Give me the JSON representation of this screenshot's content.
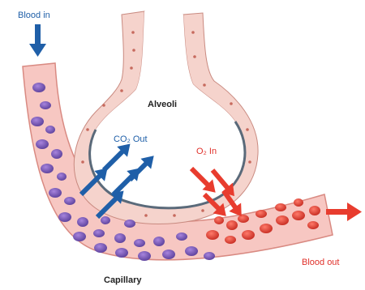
{
  "labels": {
    "blood_in": "Blood in",
    "alveoli": "Alveoli",
    "co2_out": "CO₂ Out",
    "o2_in": "O₂ In",
    "blood_out": "Blood out",
    "capillary": "Capillary"
  },
  "colors": {
    "background": "#ffffff",
    "capillary_fill": "#f7c7c2",
    "capillary_stroke": "#d98a82",
    "alveolus_fill": "#ffffff",
    "alveolus_wall": "#f5d3cc",
    "alveolus_membrane": "#5a6a7a",
    "wall_cell": "#c76a5e",
    "deoxygenated_cell": "#8a5fc2",
    "deoxygenated_cell_dark": "#5a3f9a",
    "oxygenated_cell": "#e8473a",
    "oxygenated_cell_dark": "#c52a20",
    "co2_arrow": "#1f5fa8",
    "o2_arrow": "#e83c2e",
    "blood_in_arrow": "#1f5fa8",
    "blood_out_arrow": "#e83c2e",
    "blood_in_text": "#1f5fa8",
    "blood_out_text": "#e0302a",
    "co2_text": "#1f5fa8",
    "o2_text": "#e0302a",
    "dark_text": "#222222"
  },
  "icons": {
    "blood_in_arrow": "arrow-down-icon",
    "blood_out_arrow": "arrow-right-icon",
    "co2_arrows": "arrow-up-right-icon",
    "o2_arrows": "arrow-down-right-icon"
  }
}
